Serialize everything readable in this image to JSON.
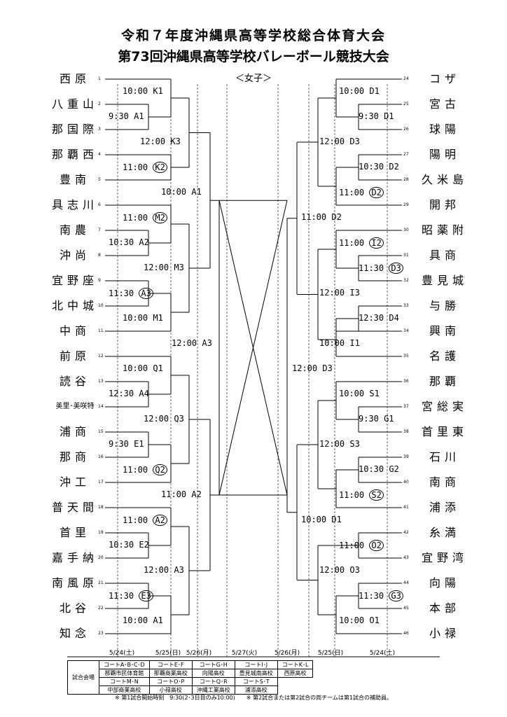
{
  "title": "令和７年度沖縄県高等学校総合体育大会",
  "subtitle": "第73回沖縄県高等学校バレーボール競技大会",
  "division": "＜女子＞",
  "left_teams": [
    {
      "seed": "1",
      "name": "西原"
    },
    {
      "seed": "2",
      "name": "八重山"
    },
    {
      "seed": "3",
      "name": "那国際"
    },
    {
      "seed": "4",
      "name": "那覇西"
    },
    {
      "seed": "5",
      "name": "豊南"
    },
    {
      "seed": "6",
      "name": "具志川"
    },
    {
      "seed": "7",
      "name": "南農"
    },
    {
      "seed": "8",
      "name": "沖尚"
    },
    {
      "seed": "9",
      "name": "宜野座"
    },
    {
      "seed": "10",
      "name": "北中城"
    },
    {
      "seed": "11",
      "name": "中商"
    },
    {
      "seed": "12",
      "name": "前原"
    },
    {
      "seed": "13",
      "name": "読谷"
    },
    {
      "seed": "14",
      "name": "美里･美咲特"
    },
    {
      "seed": "15",
      "name": "浦商"
    },
    {
      "seed": "16",
      "name": "那商"
    },
    {
      "seed": "17",
      "name": "沖工"
    },
    {
      "seed": "18",
      "name": "普天間"
    },
    {
      "seed": "19",
      "name": "首里"
    },
    {
      "seed": "20",
      "name": "嘉手納"
    },
    {
      "seed": "21",
      "name": "南風原"
    },
    {
      "seed": "22",
      "name": "北谷"
    },
    {
      "seed": "23",
      "name": "知念"
    }
  ],
  "right_teams": [
    {
      "seed": "24",
      "name": "コザ"
    },
    {
      "seed": "25",
      "name": "宮古"
    },
    {
      "seed": "26",
      "name": "球陽"
    },
    {
      "seed": "27",
      "name": "陽明"
    },
    {
      "seed": "28",
      "name": "久米島"
    },
    {
      "seed": "29",
      "name": "開邦"
    },
    {
      "seed": "30",
      "name": "昭薬附"
    },
    {
      "seed": "31",
      "name": "具商"
    },
    {
      "seed": "32",
      "name": "豊見城"
    },
    {
      "seed": "33",
      "name": "与勝"
    },
    {
      "seed": "34",
      "name": "興南"
    },
    {
      "seed": "35",
      "name": "名護"
    },
    {
      "seed": "36",
      "name": "那覇"
    },
    {
      "seed": "37",
      "name": "宮総実"
    },
    {
      "seed": "38",
      "name": "首里東"
    },
    {
      "seed": "39",
      "name": "石川"
    },
    {
      "seed": "40",
      "name": "南商"
    },
    {
      "seed": "41",
      "name": "浦添"
    },
    {
      "seed": "42",
      "name": "糸満"
    },
    {
      "seed": "43",
      "name": "宜野湾"
    },
    {
      "seed": "44",
      "name": "向陽"
    },
    {
      "seed": "45",
      "name": "本部"
    },
    {
      "seed": "46",
      "name": "小禄"
    }
  ],
  "matches": [
    {
      "time": "10:00",
      "court": "K1",
      "circled": false
    },
    {
      "time": "9:30",
      "court": "A1",
      "circled": false
    },
    {
      "time": "12:00",
      "court": "K3",
      "circled": false
    },
    {
      "time": "11:00",
      "court": "K2",
      "circled": true
    },
    {
      "time": "10:00",
      "court": "A1",
      "circled": false
    },
    {
      "time": "11:00",
      "court": "M2",
      "circled": true
    },
    {
      "time": "10:30",
      "court": "A2",
      "circled": false
    },
    {
      "time": "12:00",
      "court": "M3",
      "circled": false
    },
    {
      "time": "11:30",
      "court": "A3",
      "circled": true
    },
    {
      "time": "10:00",
      "court": "M1",
      "circled": false
    },
    {
      "time": "12:00",
      "court": "A3",
      "circled": false
    },
    {
      "time": "10:00",
      "court": "Q1",
      "circled": false
    },
    {
      "time": "12:30",
      "court": "A4",
      "circled": false
    },
    {
      "time": "12:00",
      "court": "Q3",
      "circled": false
    },
    {
      "time": "9:30",
      "court": "E1",
      "circled": false
    },
    {
      "time": "11:00",
      "court": "Q2",
      "circled": true
    },
    {
      "time": "11:00",
      "court": "A2",
      "circled": false
    },
    {
      "time": "11:00",
      "court": "A2",
      "circled": true
    },
    {
      "time": "10:30",
      "court": "E2",
      "circled": false
    },
    {
      "time": "12:00",
      "court": "A3",
      "circled": false
    },
    {
      "time": "11:30",
      "court": "E3",
      "circled": true
    },
    {
      "time": "10:00",
      "court": "A1",
      "circled": false
    },
    {
      "time": "10:00",
      "court": "D1",
      "circled": false
    },
    {
      "time": "9:30",
      "court": "D1",
      "circled": false
    },
    {
      "time": "12:00",
      "court": "D3",
      "circled": false
    },
    {
      "time": "10:30",
      "court": "D2",
      "circled": false
    },
    {
      "time": "11:00",
      "court": "D2",
      "circled": true
    },
    {
      "time": "11:00",
      "court": "D2",
      "circled": false
    },
    {
      "time": "11:00",
      "court": "I2",
      "circled": true
    },
    {
      "time": "11:30",
      "court": "D3",
      "circled": true
    },
    {
      "time": "12:00",
      "court": "I3",
      "circled": false
    },
    {
      "time": "12:30",
      "court": "D4",
      "circled": false
    },
    {
      "time": "10:00",
      "court": "I1",
      "circled": false
    },
    {
      "time": "12:00",
      "court": "D3",
      "circled": false
    },
    {
      "time": "10:00",
      "court": "S1",
      "circled": false
    },
    {
      "time": "9:30",
      "court": "G1",
      "circled": false
    },
    {
      "time": "12:00",
      "court": "S3",
      "circled": false
    },
    {
      "time": "10:30",
      "court": "G2",
      "circled": false
    },
    {
      "time": "11:00",
      "court": "S2",
      "circled": true
    },
    {
      "time": "10:00",
      "court": "D1",
      "circled": false
    },
    {
      "time": "11:00",
      "court": "O2",
      "circled": true
    },
    {
      "time": "12:00",
      "court": "O3",
      "circled": false
    },
    {
      "time": "11:30",
      "court": "G3",
      "circled": true
    },
    {
      "time": "10:00",
      "court": "O1",
      "circled": false
    }
  ],
  "dates": [
    "5/24(土)",
    "5/25(日)",
    "5/26(月)",
    "5/27(火)",
    "5/26(月)",
    "5/25(日)",
    "5/24(土)"
  ],
  "venue_label": "試合会場",
  "venues": [
    [
      "コートA･B･C･D",
      "コートE･F",
      "コートG･H",
      "コートI･J",
      "コートK･L"
    ],
    [
      "那覇市民体育館",
      "那覇商業高校",
      "向陽高校",
      "豊見城南高校",
      "西原高校"
    ],
    [
      "コートM･N",
      "コートO･P",
      "コートQ･R",
      "コートS･T",
      ""
    ],
    [
      "中部商業高校",
      "小禄高校",
      "沖縄工業高校",
      "浦添高校",
      ""
    ]
  ],
  "note": "※ 第1試合開始時刻　9:30(2･3日目のみ10:00)　　※ 第2試合または第2試合の両チームは第1試合の補助員。"
}
